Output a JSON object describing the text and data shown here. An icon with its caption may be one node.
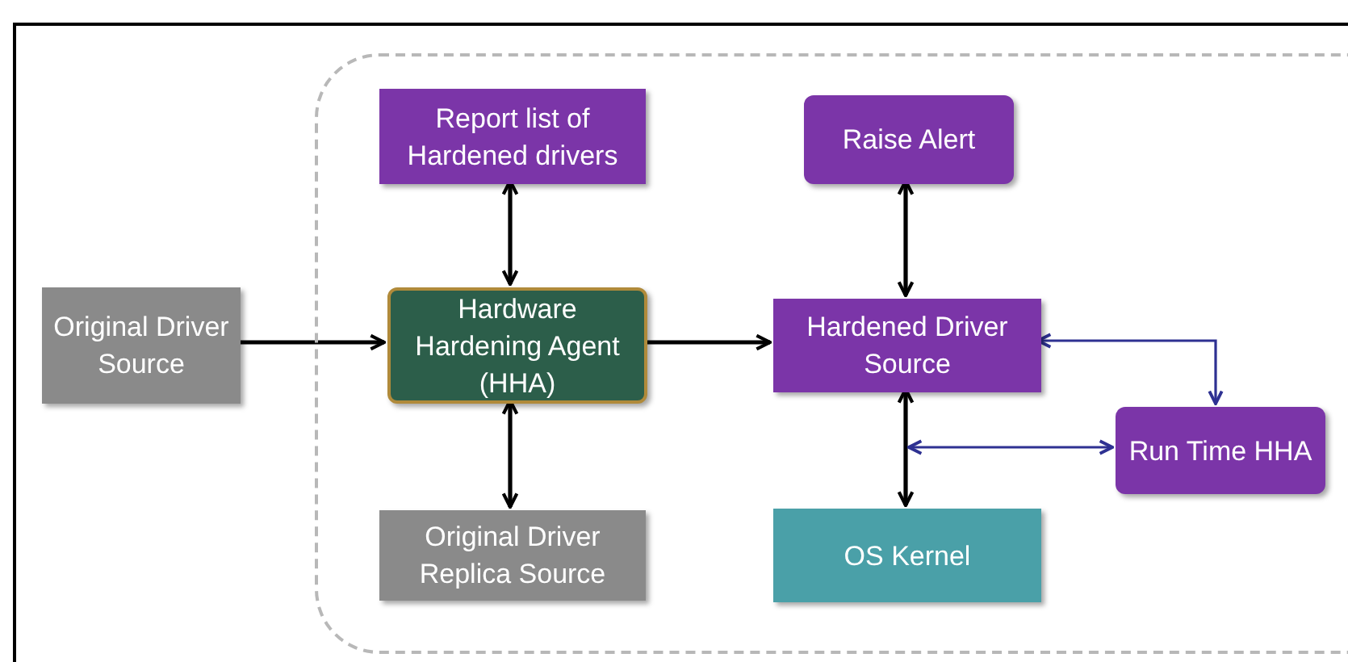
{
  "diagram": {
    "nodes": [
      {
        "text": [],
        "shape": "box"
      },
      {
        "text": [
          "Original Driver Source"
        ]
      },
      {
        "text": [
          "Report list of Hardened drivers"
        ],
        "in": 0
      },
      {
        "text": [
          "Hardware Hardening Agent (HHA)"
        ],
        "in": 0
      },
      {
        "text": [
          "Original Driver Replica Source"
        ],
        "in": 0
      },
      {
        "text": [
          "Raise Alert"
        ],
        "in": 0
      },
      {
        "text": [
          "Hardened Driver Source"
        ],
        "in": 0
      },
      {
        "text": [
          "Run Time HHA"
        ],
        "in": 0
      },
      {
        "text": [
          "OS Kernel"
        ],
        "in": 0
      }
    ],
    "edges": [
      {
        "from": 1,
        "to": 3,
        "arrow": "to"
      },
      {
        "from": 2,
        "to": 3,
        "arrow": "both"
      },
      {
        "from": 3,
        "to": 4,
        "arrow": "both"
      },
      {
        "from": 3,
        "to": 6,
        "arrow": "to"
      },
      {
        "from": 5,
        "to": 6,
        "arrow": "both"
      },
      {
        "from": 6,
        "to": 8,
        "arrow": "both"
      },
      {
        "from": 6,
        "to": 7,
        "arrow": "both",
        "color": "#2e3192"
      },
      {
        "from": 7,
        "to": null,
        "arrow": "both",
        "color": "#2e3192"
      }
    ]
  }
}
